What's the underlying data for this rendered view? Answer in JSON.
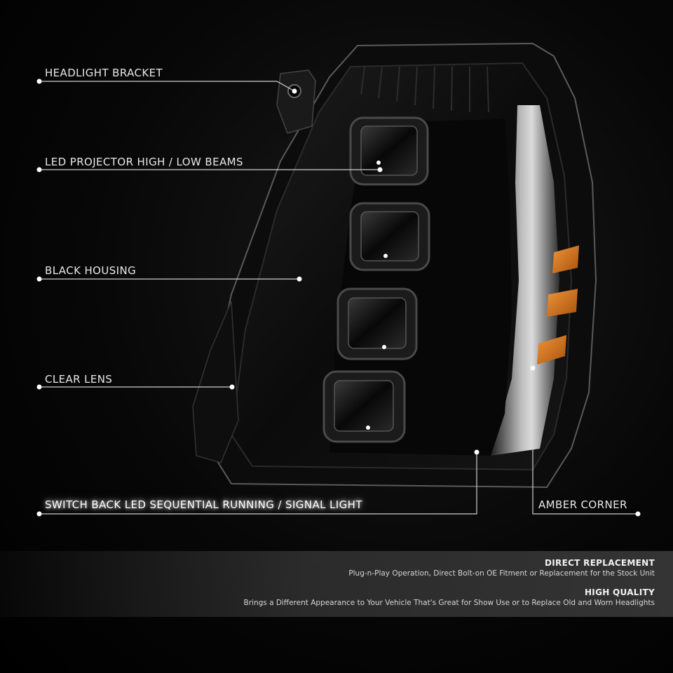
{
  "callouts": {
    "headlight_bracket": "HEADLIGHT BRACKET",
    "led_projector": "LED PROJECTOR HIGH / LOW BEAMS",
    "black_housing": "BLACK HOUSING",
    "clear_lens": "CLEAR LENS",
    "switchback": "SWITCH BACK LED SEQUENTIAL RUNNING / SIGNAL LIGHT",
    "amber_corner": "AMBER CORNER"
  },
  "features": [
    {
      "title": "DIRECT REPLACEMENT",
      "text": "Plug-n-Play Operation, Direct Bolt-on OE Fitment or Replacement for the Stock Unit"
    },
    {
      "title": "HIGH QUALITY",
      "text": "Brings a Different Appearance to Your Vehicle That's Great for Show Use or to Replace Old and Worn Headlights"
    }
  ],
  "colors": {
    "amber": "#d9781e",
    "background": "#000000",
    "housing": "#0a0a0a"
  }
}
